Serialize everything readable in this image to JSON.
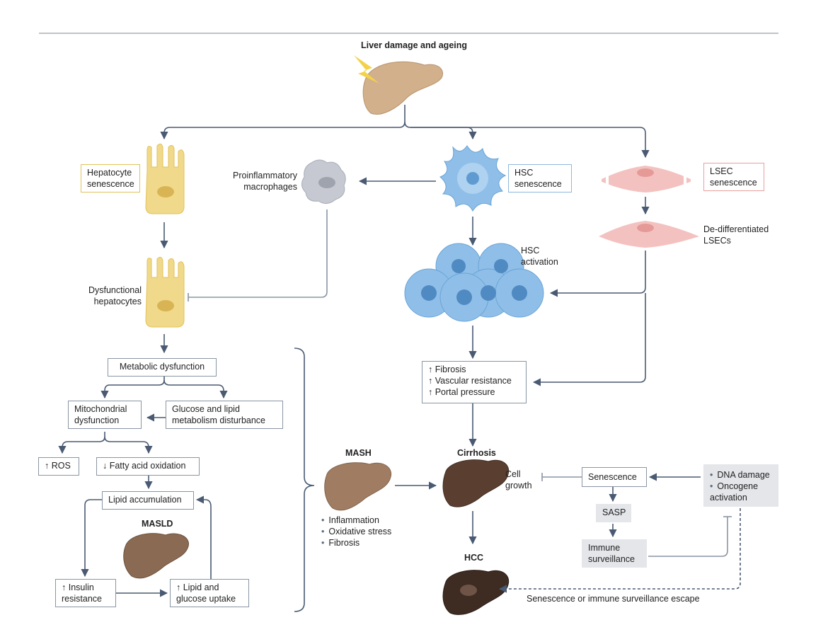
{
  "title": "Liver damage and ageing",
  "nodes": {
    "hepatocyte_senescence": "Hepatocyte\nsenescence",
    "proinflammatory_macrophages": "Proinflammatory\nmacrophages",
    "hsc_senescence": "HSC\nsenescence",
    "lsec_senescence": "LSEC\nsenescence",
    "dedifferentiated_lsecs": "De-differentiated\nLSECs",
    "hsc_activation": "HSC\nactivation",
    "dysfunctional_hepatocytes": "Dysfunctional\nhepatocytes",
    "metabolic_dysfunction": "Metabolic dysfunction",
    "mitochondrial_dysfunction": "Mitochondrial\ndysfunction",
    "glucose_lipid_disturbance": "Glucose and lipid\nmetabolism disturbance",
    "ros": "↑ ROS",
    "fatty_acid_oxidation": "↓ Fatty acid oxidation",
    "lipid_accumulation": "Lipid accumulation",
    "masld": "MASLD",
    "insulin_resistance": "↑ Insulin\nresistance",
    "lipid_glucose_uptake": "↑ Lipid and\nglucose uptake",
    "fibrosis_box": "↑ Fibrosis\n↑ Vascular resistance\n↑ Portal pressure",
    "mash": "MASH",
    "mash_features": [
      "Inflammation",
      "Oxidative stress",
      "Fibrosis"
    ],
    "cirrhosis": "Cirrhosis",
    "cell_growth": "Cell\ngrowth",
    "senescence": "Senescence",
    "sasp": "SASP",
    "immune_surveillance": "Immune\nsurveillance",
    "damage_triggers": [
      "DNA damage",
      "Oncogene\nactivation"
    ],
    "hcc": "HCC",
    "escape": "Senescence or immune surveillance escape"
  },
  "colors": {
    "arrow": "#4a5a72",
    "inhibit": "#8a95a3",
    "liver_healthy": "#d2b08c",
    "liver_masld": "#8a6a52",
    "liver_mash": "#a07d62",
    "liver_cirrhosis": "#5a3f30",
    "liver_hcc": "#3e2b22",
    "hepatocyte": "#f0d98a",
    "hsc": "#8fbfe8",
    "lsec": "#f3c2c0",
    "macrophage": "#c6c9d2",
    "bolt": "#f3d24a"
  }
}
